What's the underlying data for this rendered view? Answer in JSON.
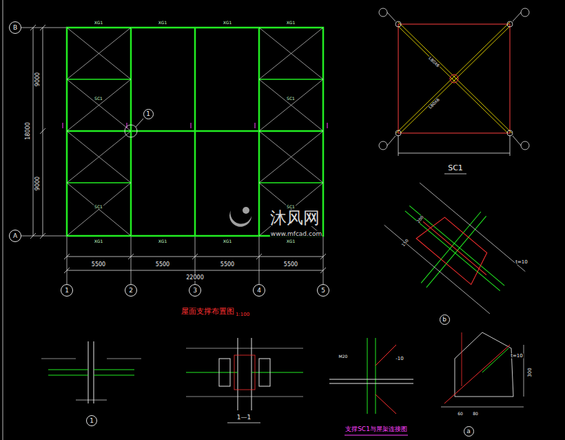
{
  "diagram": {
    "title": "屋面支撑布置图",
    "nodes": [
      {
        "text": [
          "B"
        ]
      },
      {
        "text": [
          "A"
        ]
      },
      {
        "text": [
          "1"
        ]
      },
      {
        "text": [
          "2"
        ]
      },
      {
        "text": [
          "3"
        ]
      },
      {
        "text": [
          "4"
        ]
      },
      {
        "text": [
          "5"
        ]
      },
      {
        "text": [
          "1"
        ]
      },
      {
        "text": [
          "b"
        ]
      },
      {
        "text": [
          "1"
        ]
      },
      {
        "text": [
          "a"
        ]
      }
    ],
    "labels": [
      "9000",
      "9000",
      "18000",
      "5500",
      "5500",
      "5500",
      "5500",
      "22000",
      "1:100",
      "SC1",
      "SC1",
      "SC1",
      "SC1",
      "XG1",
      "XG1",
      "XG1",
      "XG1",
      "XG1",
      "XG1",
      "XG1",
      "XG1",
      "L80X6",
      "L80X6",
      "SC1",
      "t=10",
      "t=10",
      "-10",
      "M20",
      "1—1",
      "支撑SC1与屋架连接图",
      "300",
      "60",
      "80",
      "150",
      "200",
      "沐风网",
      "www.mfcad.com"
    ]
  }
}
